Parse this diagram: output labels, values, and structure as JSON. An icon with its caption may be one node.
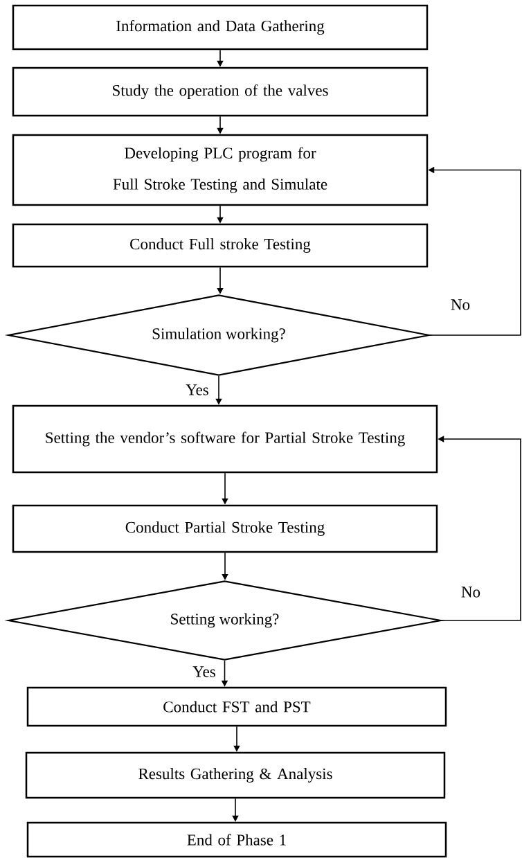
{
  "diagram": {
    "nodes": [
      {
        "text": [
          "Information and Data Gathering"
        ]
      },
      {
        "text": [
          "Study the operation of the valves"
        ]
      },
      {
        "text": [
          "Developing PLC program for Full Stroke Testing and Simulate"
        ]
      },
      {
        "text": [
          "Conduct Full stroke Testing"
        ]
      },
      {
        "text": [
          "Simulation working?"
        ]
      },
      {
        "text": [
          "Setting the vendor’s software for Partial Stroke Testing"
        ]
      },
      {
        "text": [
          "Conduct Partial Stroke Testing"
        ]
      },
      {
        "text": [
          "Setting working?"
        ]
      },
      {
        "text": [
          "Conduct FST and PST"
        ]
      },
      {
        "text": [
          "Results Gathering & Analysis"
        ]
      },
      {
        "text": [
          "End of Phase 1"
        ]
      }
    ],
    "edges": [
      {
        "from": 0,
        "to": 1,
        "arrow": "to"
      },
      {
        "from": 1,
        "to": 2,
        "arrow": "to"
      },
      {
        "from": 2,
        "to": 3,
        "arrow": "to"
      },
      {
        "from": 3,
        "to": 4,
        "arrow": "to"
      },
      {
        "from": 4,
        "to": 5,
        "arrow": "to",
        "label": "Yes"
      },
      {
        "from": 4,
        "to": 2,
        "arrow": "to",
        "label": "No"
      },
      {
        "from": 5,
        "to": 6,
        "arrow": "to"
      },
      {
        "from": 6,
        "to": 7,
        "arrow": "to"
      },
      {
        "from": 7,
        "to": 8,
        "arrow": "to",
        "label": "Yes"
      },
      {
        "from": 7,
        "to": 5,
        "arrow": "to",
        "label": "No"
      },
      {
        "from": 8,
        "to": 9,
        "arrow": "to"
      },
      {
        "from": 9,
        "to": 10,
        "arrow": "to"
      }
    ]
  }
}
